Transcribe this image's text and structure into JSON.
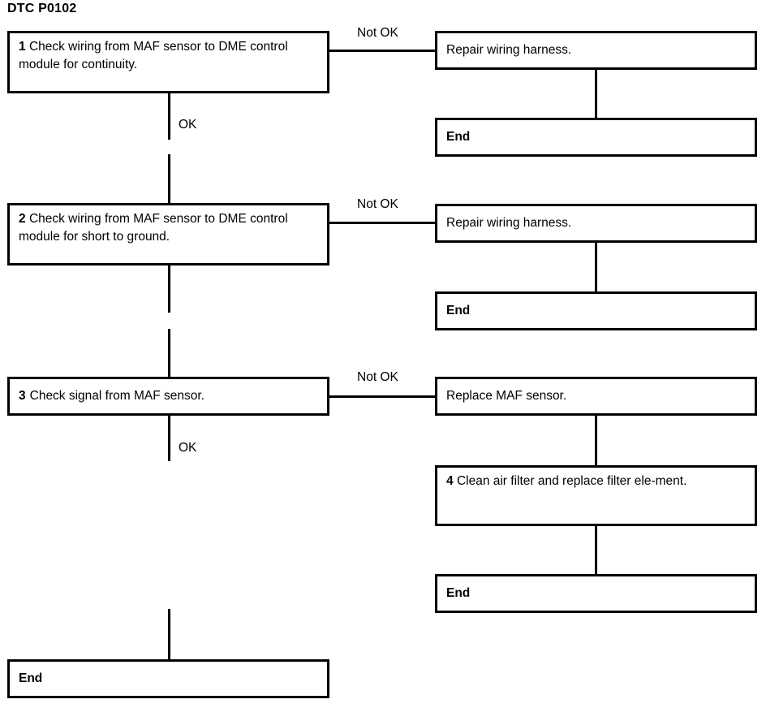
{
  "document": {
    "title": "DTC P0102"
  },
  "colors": {
    "line": "#000000",
    "background": "#ffffff",
    "text": "#000000"
  },
  "flowchart": {
    "type": "diagnostic-flowchart",
    "nodes": [
      {
        "id": "step-1",
        "step": "1",
        "text": "Check wiring from MAF sensor to DME control module for continuity.",
        "kind": "step"
      },
      {
        "id": "repair-1",
        "step": "",
        "text": "Repair wiring harness.",
        "kind": "action"
      },
      {
        "id": "end-1",
        "step": "",
        "text": "End",
        "kind": "terminal"
      },
      {
        "id": "step-2",
        "step": "2",
        "text": "Check wiring from MAF sensor to DME control module for short to ground.",
        "kind": "step"
      },
      {
        "id": "repair-2",
        "step": "",
        "text": "Repair wiring harness.",
        "kind": "action"
      },
      {
        "id": "end-2",
        "step": "",
        "text": "End",
        "kind": "terminal"
      },
      {
        "id": "step-3",
        "step": "3",
        "text": "Check signal from MAF sensor.",
        "kind": "step"
      },
      {
        "id": "replace-maf",
        "step": "",
        "text": "Replace MAF sensor.",
        "kind": "action"
      },
      {
        "id": "step-4",
        "step": "4",
        "text": "Clean air filter and replace filter ele-ment.",
        "kind": "step"
      },
      {
        "id": "end-3",
        "step": "",
        "text": "End",
        "kind": "terminal"
      },
      {
        "id": "end-4",
        "step": "",
        "text": "End",
        "kind": "terminal"
      }
    ],
    "edge_labels": {
      "not_ok_1": "Not OK",
      "not_ok_2": "Not OK",
      "not_ok_3": "Not OK",
      "ok_1": "OK",
      "ok_2": "OK"
    }
  }
}
